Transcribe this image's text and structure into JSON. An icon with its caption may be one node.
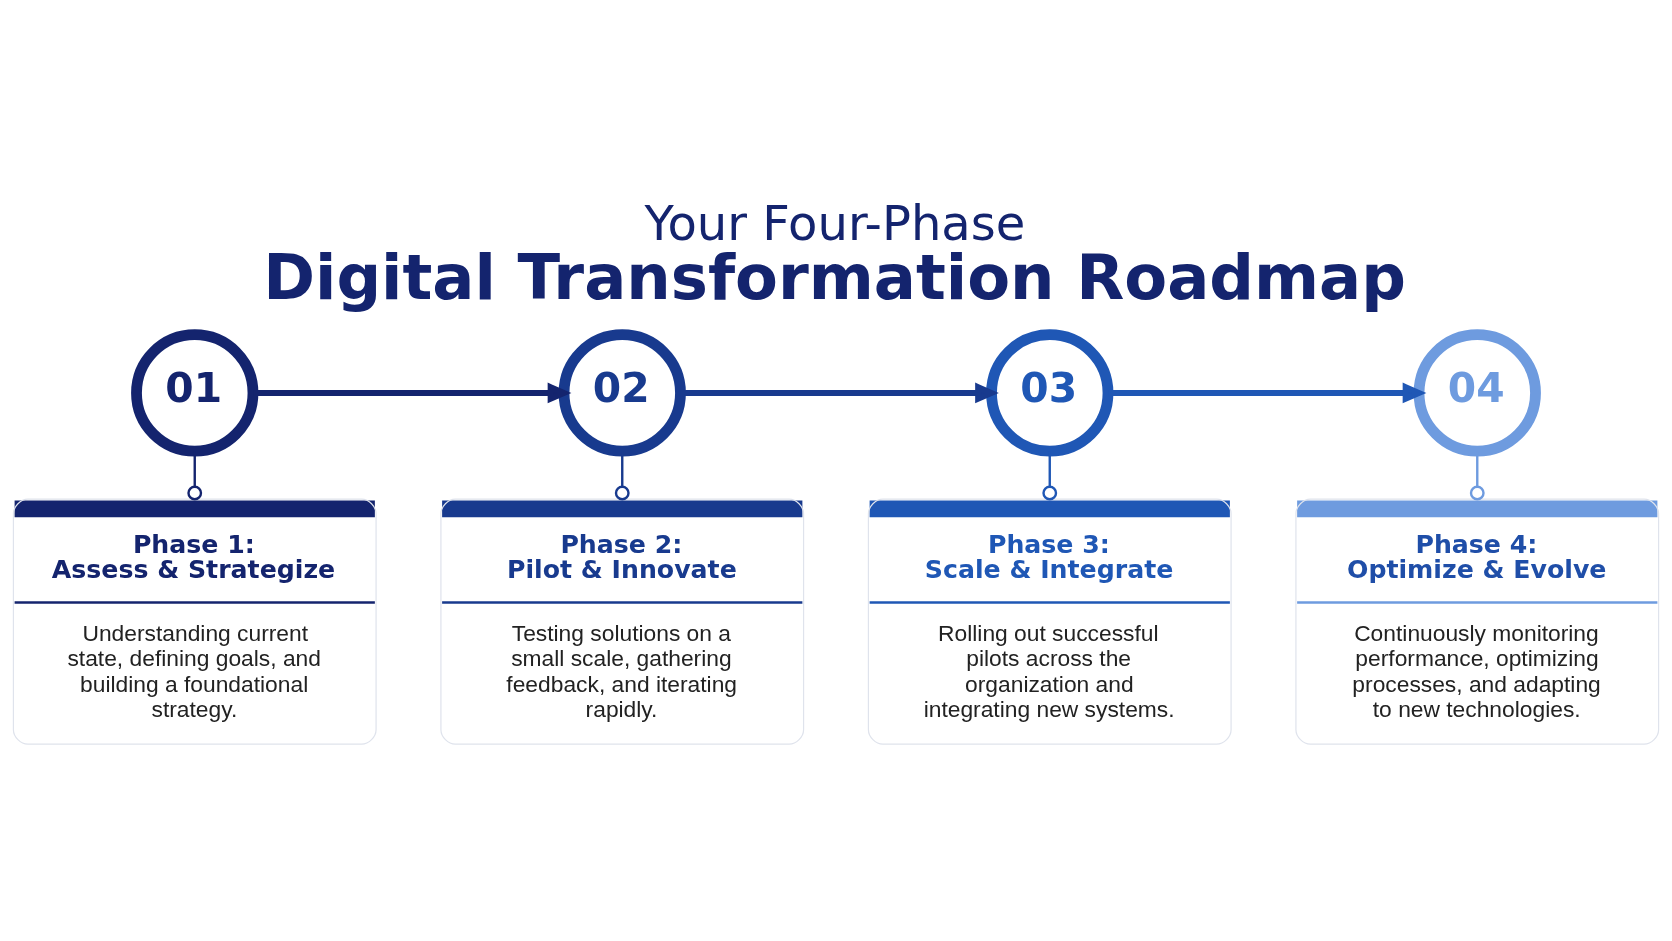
{
  "diagram": {
    "title": "Your Four-Phase Digital Transformation Roadmap",
    "nodes": [
      {
        "text": [
          "01"
        ]
      },
      {
        "text": [
          "02"
        ]
      },
      {
        "text": [
          "03"
        ]
      },
      {
        "text": [
          "04"
        ]
      },
      {
        "text": [
          "Phase 1: Assess & Strategize",
          "Understanding current state, defining goals, and building a foundational strategy."
        ]
      },
      {
        "text": [
          "Phase 2: Pilot & Innovate",
          "Testing solutions on a small scale, gathering feedback, and iterating rapidly."
        ]
      },
      {
        "text": [
          "Phase 3: Scale & Integrate",
          "Rolling out successful pilots across the organization and integrating new systems."
        ]
      },
      {
        "text": [
          "Phase 4: Optimize & Evolve",
          "Continuously monitoring performance, optimizing processes, and adapting to new technologies."
        ]
      }
    ],
    "edges": [
      {
        "from": 0,
        "to": 1,
        "arrow": "to",
        "style": "thick"
      },
      {
        "from": 1,
        "to": 2,
        "arrow": "to",
        "style": "thick",
        "color": "#183a8e"
      },
      {
        "from": 2,
        "to": 3,
        "arrow": "to",
        "style": "thick",
        "color": "#1f57b5"
      },
      {
        "from": 0,
        "to": 4,
        "arrow": "other"
      },
      {
        "from": 1,
        "to": 5,
        "arrow": "other",
        "color": "#183a8e"
      },
      {
        "from": 2,
        "to": 6,
        "arrow": "other",
        "color": "#1f57b5"
      },
      {
        "from": 3,
        "to": 7,
        "arrow": "other",
        "color": "#6e9bdf"
      }
    ]
  }
}
